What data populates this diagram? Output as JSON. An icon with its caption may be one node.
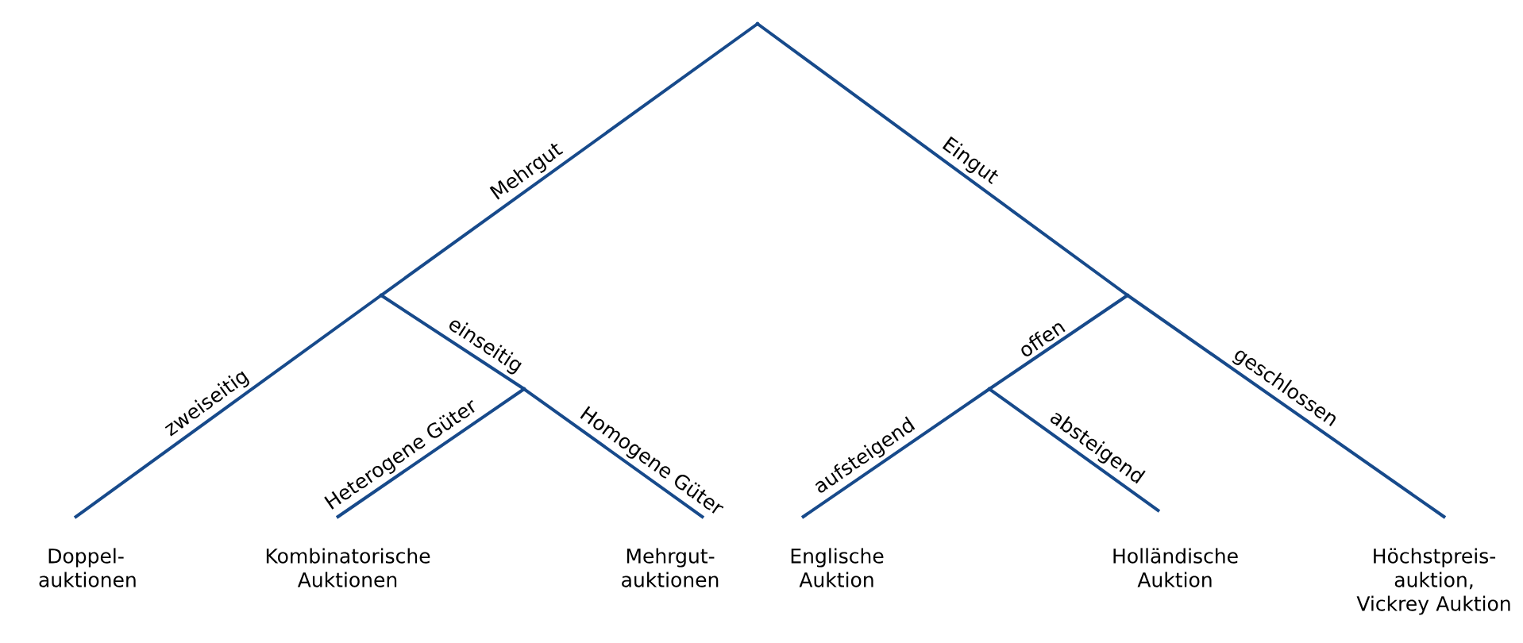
{
  "diagram": {
    "nodes": [
      {
        "text": [],
        "shape": "point"
      },
      {
        "text": [],
        "shape": "point"
      },
      {
        "text": [],
        "shape": "point"
      },
      {
        "text": [],
        "shape": "point"
      },
      {
        "text": [],
        "shape": "point"
      },
      {
        "text": [
          "Doppel- auktionen"
        ]
      },
      {
        "text": [
          "Kombinatorische Auktionen"
        ]
      },
      {
        "text": [
          "Mehrgut- auktionen"
        ]
      },
      {
        "text": [
          "Englische Auktion"
        ]
      },
      {
        "text": [
          "Holländische Auktion"
        ]
      },
      {
        "text": [
          "Höchstpreis- auktion, Vickrey Auktion"
        ]
      }
    ],
    "edges": [
      {
        "from": 0,
        "to": 1,
        "arrow": "none",
        "label": "Mehrgut"
      },
      {
        "from": 0,
        "to": 3,
        "arrow": "none",
        "label": "Eingut"
      },
      {
        "from": 1,
        "to": 5,
        "arrow": "none",
        "label": "zweiseitig"
      },
      {
        "from": 1,
        "to": 2,
        "arrow": "none",
        "label": "einseitig"
      },
      {
        "from": 2,
        "to": 6,
        "arrow": "none",
        "label": "Heterogene Güter"
      },
      {
        "from": 2,
        "to": 7,
        "arrow": "none",
        "label": "Homogene Güter"
      },
      {
        "from": 3,
        "to": 4,
        "arrow": "none",
        "label": "offen"
      },
      {
        "from": 3,
        "to": 10,
        "arrow": "none",
        "label": "geschlossen"
      },
      {
        "from": 4,
        "to": 8,
        "arrow": "none",
        "label": "aufsteigend"
      },
      {
        "from": 4,
        "to": 9,
        "arrow": "none",
        "label": "absteigend"
      }
    ]
  }
}
